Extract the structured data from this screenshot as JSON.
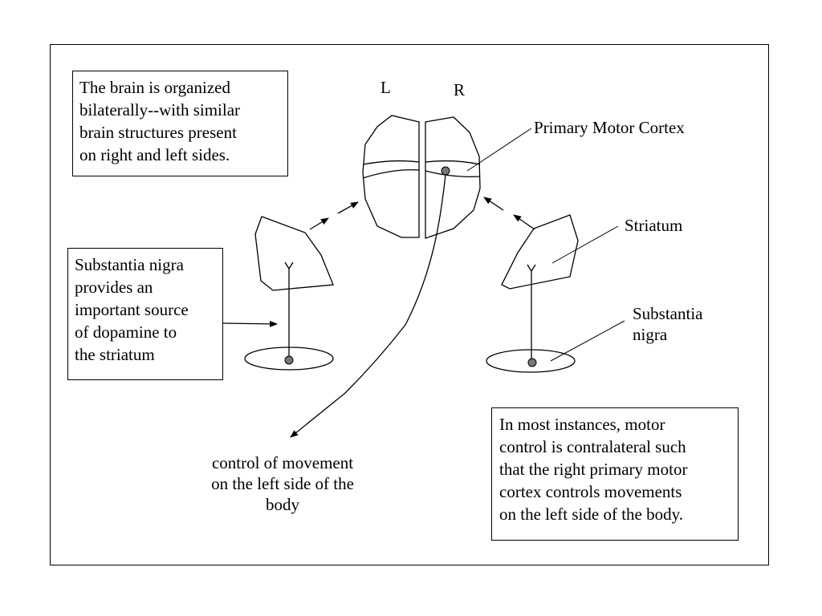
{
  "boxes": {
    "bilateral": "The brain is organized\nbilaterally--with similar\nbrain structures present\non right and left sides.",
    "nigra_source": "Substantia nigra\nprovides an\nimportant source\nof dopamine to\nthe striatum",
    "contralateral": "In most instances, motor\ncontrol is contralateral such\nthat the right primary motor\ncortex controls movements\non the left side of the body."
  },
  "labels": {
    "left": "L",
    "right": "R",
    "primary_motor_cortex": "Primary Motor Cortex",
    "striatum": "Striatum",
    "substantia_nigra": "Substantia\nnigra",
    "movement_control": "control of movement\non the left side of the\nbody"
  }
}
